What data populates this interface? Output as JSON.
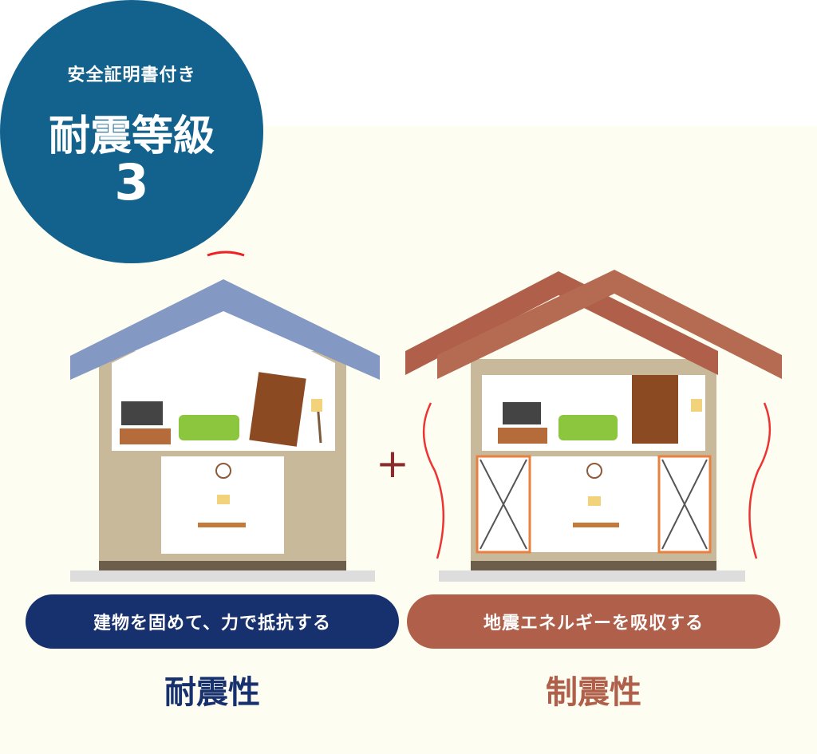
{
  "badge": {
    "line1": "安全証明書付き",
    "line2": "耐震等級",
    "line3": "3",
    "color": "#12628d"
  },
  "left": {
    "caption": "建物を固めて、力で抵抗する",
    "title": "耐震性",
    "color": "#17316e"
  },
  "right": {
    "caption": "地震エネルギーを吸収する",
    "title": "制震性",
    "color": "#b0604a"
  },
  "plus": "+"
}
